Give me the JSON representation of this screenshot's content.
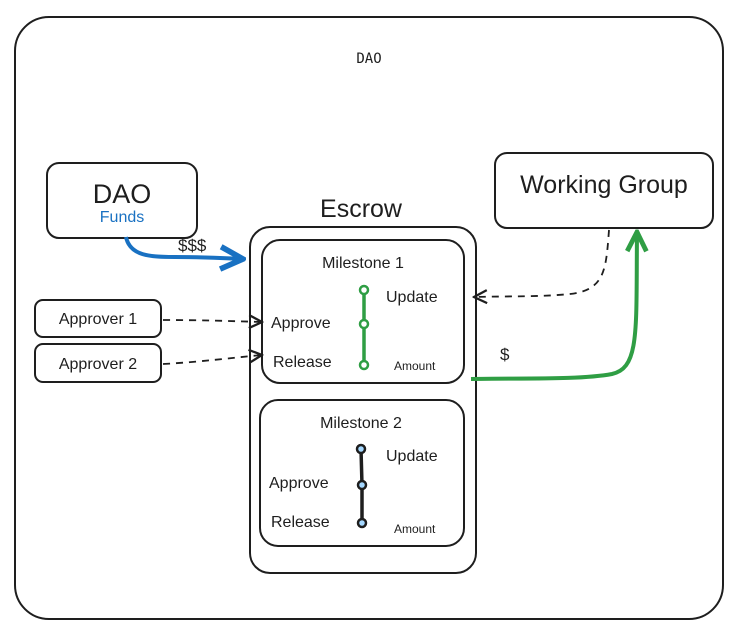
{
  "outer": {
    "title": "DAO"
  },
  "dao": {
    "title": "DAO",
    "subtitle": "Funds"
  },
  "working_group": {
    "title": "Working Group"
  },
  "escrow": {
    "title": "Escrow"
  },
  "milestones": [
    {
      "title": "Milestone 1",
      "update": "Update",
      "approve": "Approve",
      "release": "Release",
      "amount": "Amount"
    },
    {
      "title": "Milestone 2",
      "update": "Update",
      "approve": "Approve",
      "release": "Release",
      "amount": "Amount"
    }
  ],
  "approvers": [
    {
      "label": "Approver 1"
    },
    {
      "label": "Approver 2"
    }
  ],
  "flows": {
    "funds_label": "$$$",
    "payout_label": "$"
  },
  "colors": {
    "funds": "#1971c2",
    "active": "#2f9e44",
    "inactive": "#1e1e1e",
    "stroke": "#1e1e1e",
    "node_fill_inactive": "#a5d8ff"
  }
}
